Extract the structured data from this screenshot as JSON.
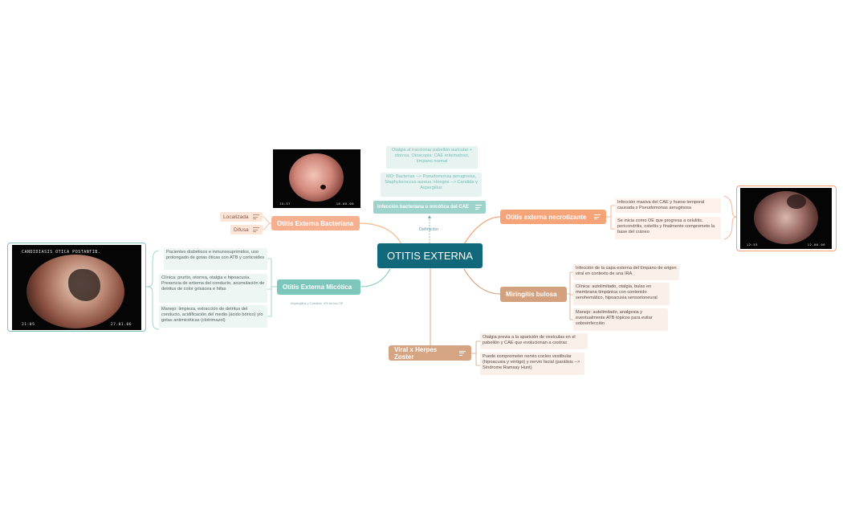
{
  "central_topic": "OTITIS EXTERNA",
  "definition": {
    "label": "Infección bacteriana o micótica del CAE",
    "relation_label": "Definición",
    "notes": [
      "Otalgia al traccionar pabellón auricular + otorrea. Otoscopia: CAE eritematoso, tímpano normal",
      "MO: Bacterias --> Pseudomonas aeruginosa, Staphylococcus aureus. Hongos --> Candida y Aspergillus"
    ]
  },
  "bacteriana": {
    "label": "Otitis Externa Bacteriana",
    "children": [
      "Localizada",
      "Difusa"
    ],
    "photo": {
      "time": "15:57",
      "date": "16.06.06"
    }
  },
  "micotica": {
    "label": "Otitis Externa Micótica",
    "subnote": "Aspergillus y Candida. 4% de las OE",
    "notes": [
      "Pacientes diabéticos e inmunosuprimidos, uso prolongado de gotas óticas con ATB y corticoides",
      "Clínica: prurito, otorrea, otalgia e hipoacusia. Presencia de eritema del conducto, acumulación de detritus de color grisácea e hifas",
      "Manejo: limpieza, extracción de detritus del conducto, acidificación del medio (ácido bórico) y/o gotas antimicóticas (clotrimazol)"
    ],
    "photo": {
      "caption": "CANDIDIASIS OTICA POSTANTIB.",
      "time": "21:05",
      "date": "27.01.06"
    }
  },
  "necrotizante": {
    "label": "Otitis externa necrotizante",
    "notes": [
      "Infección masiva del CAE y hueso temporal causada x Pseudomonas aeruginosa",
      "Se inicia como OE que progresa a celulitis, pericondritis, osteítis y finalmente compromete la base del cráneo"
    ],
    "photo": {
      "time": "12:53",
      "date": "12.06.06"
    }
  },
  "miringitis": {
    "label": "Miringitis bulosa",
    "notes": [
      "Infección de la capa externa del tímpano de origen viral en contexto de una IRA",
      "Clínica: autolimitado, otalgia, bulas en membrana timpánica con contenido serohemático, hipoacusia sensorioneural",
      "Manejo: autolimitado, analgesia y eventualmente ATB tópicos para evitar sobreinfección"
    ]
  },
  "zoster": {
    "label": "Viral x Herpes Zoster",
    "notes": [
      "Otalgia previa a la aparición de vesículas en el pabellón y CAE que evolucionan a costras",
      "Puede comprometer nervio cocleo vestibular (hipoacusia y vértigo) y nervio facial (parálisis --> Síndrome Ramsay Hunt)"
    ]
  },
  "colors": {
    "central": "#10687a",
    "bacteriana": "#f7b08f",
    "micotica": "#7cc6bc",
    "necrotizante": "#f5a47a",
    "miringitis": "#d4a17e",
    "zoster": "#d5a482",
    "definition": "#9ed3cb"
  }
}
